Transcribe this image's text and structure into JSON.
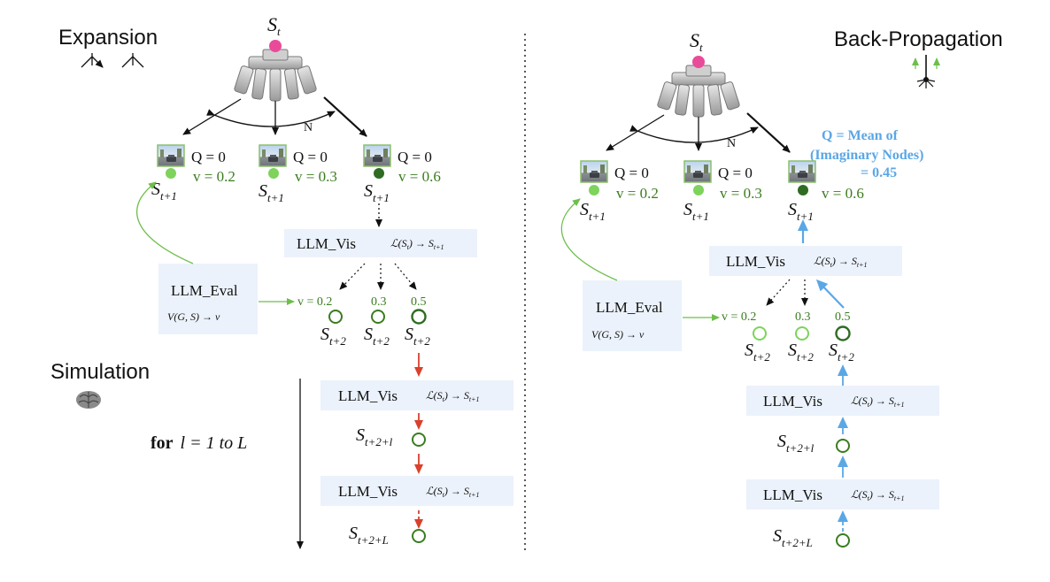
{
  "left": {
    "heading_expansion": "Expansion",
    "heading_simulation": "Simulation",
    "root_label": "S",
    "root_sub": "t",
    "edge_label": "N",
    "children": [
      {
        "q": "Q = 0",
        "v": "v = 0.2",
        "label": "S",
        "sub": "t+1"
      },
      {
        "q": "Q = 0",
        "v": "v = 0.3",
        "label": "S",
        "sub": "t+1"
      },
      {
        "q": "Q = 0",
        "v": "v = 0.6",
        "label": "S",
        "sub": "t+1"
      }
    ],
    "llm_vis_top": {
      "name": "LLM_Vis",
      "formula": "ℒ(S",
      "formula_sub": "t",
      "formula_tail": ") → S",
      "formula_tail_sub": "t+1"
    },
    "llm_eval": {
      "name": "LLM_Eval",
      "formula": "V(G, S)  →  v"
    },
    "grand_values": [
      "v = 0.2",
      "0.3",
      "0.5"
    ],
    "grand_labels": [
      {
        "label": "S",
        "sub": "t+2"
      },
      {
        "label": "S",
        "sub": "t+2"
      },
      {
        "label": "S",
        "sub": "t+2"
      }
    ],
    "loop_label": "for",
    "loop_expr": "l = 1 to L",
    "llm_vis_sim1": {
      "name": "LLM_Vis",
      "formula": "ℒ(S",
      "formula_sub": "t",
      "formula_tail": ") → S",
      "formula_tail_sub": "t+1"
    },
    "llm_vis_sim2": {
      "name": "LLM_Vis",
      "formula": "ℒ(S",
      "formula_sub": "t",
      "formula_tail": ") → S",
      "formula_tail_sub": "t+1"
    },
    "sim_node1": {
      "label": "S",
      "sub": "t+2+l"
    },
    "sim_node2": {
      "label": "S",
      "sub": "t+2+L"
    }
  },
  "right": {
    "heading_backprop": "Back-Propagation",
    "root_label": "S",
    "root_sub": "t",
    "edge_label": "N",
    "q_mean_line1": "Q = Mean of",
    "q_mean_line2": "(Imaginary Nodes)",
    "q_mean_line3": "= 0.45",
    "children": [
      {
        "q": "Q = 0",
        "v": "v = 0.2",
        "label": "S",
        "sub": "t+1"
      },
      {
        "q": "Q = 0",
        "v": "v = 0.3",
        "label": "S",
        "sub": "t+1"
      },
      {
        "q": "",
        "v": "v = 0.6",
        "label": "S",
        "sub": "t+1"
      }
    ],
    "llm_vis_top": {
      "name": "LLM_Vis",
      "formula": "ℒ(S",
      "formula_sub": "t",
      "formula_tail": ") → S",
      "formula_tail_sub": "t+1"
    },
    "llm_eval": {
      "name": "LLM_Eval",
      "formula": "V(G, S)  →  v"
    },
    "grand_values": [
      "v = 0.2",
      "0.3",
      "0.5"
    ],
    "grand_labels": [
      {
        "label": "S",
        "sub": "t+2"
      },
      {
        "label": "S",
        "sub": "t+2"
      },
      {
        "label": "S",
        "sub": "t+2"
      }
    ],
    "llm_vis_sim1": {
      "name": "LLM_Vis",
      "formula": "ℒ(S",
      "formula_sub": "t",
      "formula_tail": ") → S",
      "formula_tail_sub": "t+1"
    },
    "llm_vis_sim2": {
      "name": "LLM_Vis",
      "formula": "ℒ(S",
      "formula_sub": "t",
      "formula_tail": ") → S",
      "formula_tail_sub": "t+1"
    },
    "sim_node1": {
      "label": "S",
      "sub": "t+2+l"
    },
    "sim_node2": {
      "label": "S",
      "sub": "t+2+L"
    }
  },
  "colors": {
    "pink": "#e94b9a",
    "light_green": "#7dd35c",
    "dark_green": "#2f6b22",
    "value_green": "#3a7d1e",
    "red_arrow": "#d9412c",
    "blue": "#5aa7e6",
    "box_bg": "#ebf2fb"
  }
}
